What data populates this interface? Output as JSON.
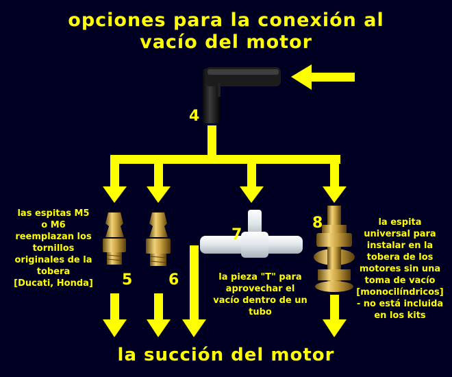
{
  "title": {
    "line1": "opciones para la conexión al",
    "line2": "vacío del motor"
  },
  "labels": {
    "elbow": "4",
    "spigot_m5": "5",
    "spigot_m6": "6",
    "tee": "7",
    "universal": "8"
  },
  "notes": {
    "left": [
      "las espitas M5",
      "o M6",
      "reemplazan los",
      "tornillos",
      "originales de la",
      "tobera",
      "[Ducati, Honda]"
    ],
    "middle": [
      "la pieza \"T\" para",
      "aprovechar el",
      "vacío dentro de un",
      "tubo"
    ],
    "right": [
      "la espita",
      "universal para",
      "instalar en la",
      "tobera de los",
      "motores sin una",
      "toma de vacío",
      "[monocilíndricos]",
      "- no está incluida",
      "en los kits"
    ]
  },
  "footer": "la succión del motor",
  "colors": {
    "background": "#000022",
    "accent": "#ffff00",
    "brass": "#c8a040",
    "plastic": "#e8eef0",
    "rubber": "#1a1a1a"
  }
}
